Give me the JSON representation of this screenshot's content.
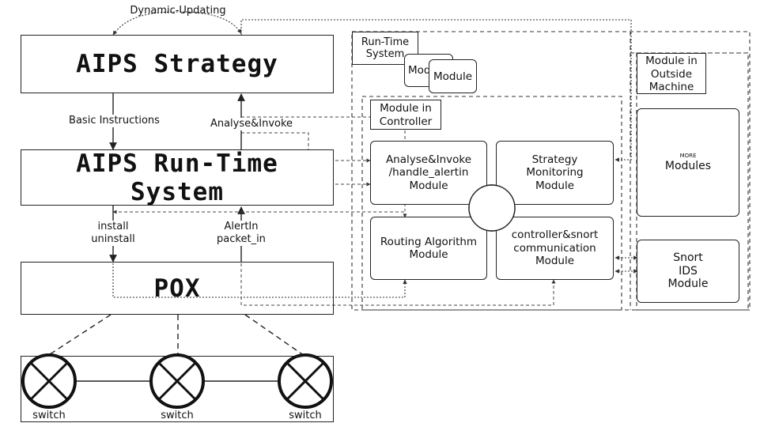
{
  "left": {
    "dynamic_updating": "Dynamic-Updating",
    "strategy_title": "AIPS Strategy",
    "basic_instructions": "Basic Instructions",
    "analyse_invoke": "Analyse&Invoke",
    "runtime_title": "AIPS Run-Time\nSystem",
    "install_uninstall": "install\nuninstall",
    "alertin_packetin": "AlertIn\npacket_in",
    "pox_title": "POX",
    "switches": [
      "switch",
      "switch",
      "switch"
    ]
  },
  "runtime_panel": {
    "title": "Run-Time\nSystem",
    "stack_back_label": "Mod",
    "stack_front_label": "Module"
  },
  "controller_panel": {
    "title": "Module in\nController",
    "modules": {
      "analyse": "Analyse&Invoke\n/handle_alertin\nModule",
      "strategy": "Strategy\nMonitoring\nModule",
      "routing": "Routing Algorithm\nModule",
      "comm": "controller&snort\ncommunication\nModule"
    }
  },
  "outside_panel": {
    "title": "Module in\nOutside\nMachine",
    "more_small": "MORE",
    "more_modules": "Modules",
    "snort": "Snort\nIDS\nModule"
  }
}
